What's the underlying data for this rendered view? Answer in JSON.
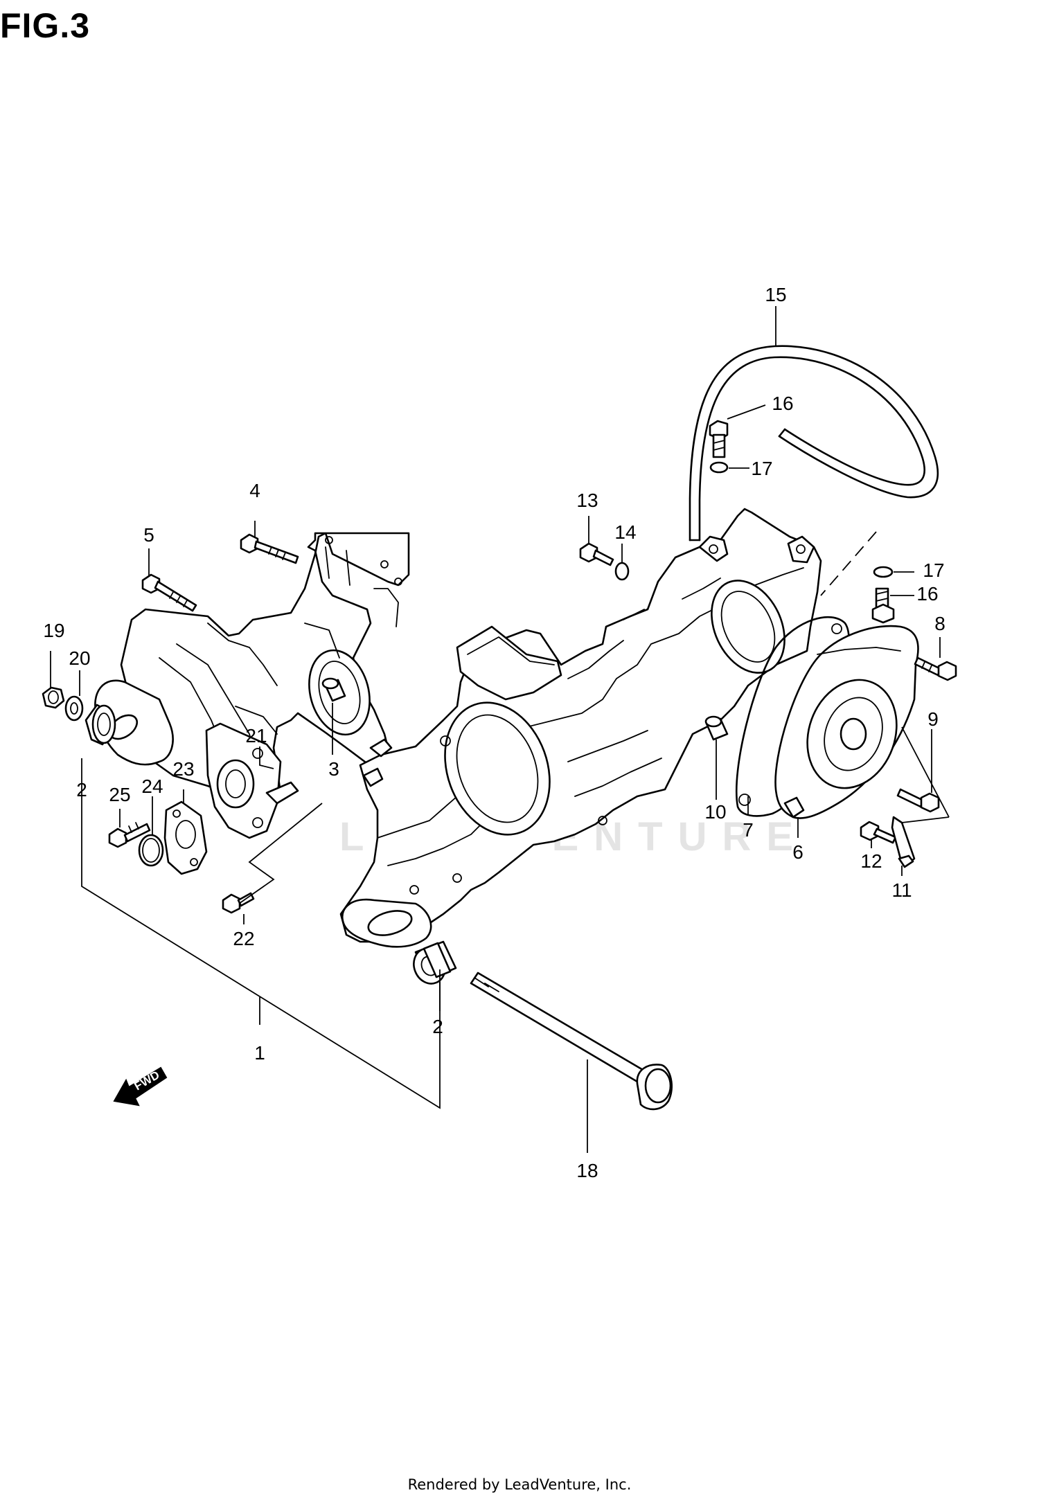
{
  "figure": {
    "title": "FIG.3"
  },
  "watermark": "LEADVENTURE",
  "footer": "Rendered by LeadVenture, Inc.",
  "fwd_label": "FWD",
  "callouts": [
    {
      "id": "c1",
      "label": "1"
    },
    {
      "id": "c2a",
      "label": "2"
    },
    {
      "id": "c2b",
      "label": "2"
    },
    {
      "id": "c3",
      "label": "3"
    },
    {
      "id": "c4",
      "label": "4"
    },
    {
      "id": "c5",
      "label": "5"
    },
    {
      "id": "c6",
      "label": "6"
    },
    {
      "id": "c7",
      "label": "7"
    },
    {
      "id": "c8",
      "label": "8"
    },
    {
      "id": "c9",
      "label": "9"
    },
    {
      "id": "c10",
      "label": "10"
    },
    {
      "id": "c11",
      "label": "11"
    },
    {
      "id": "c12",
      "label": "12"
    },
    {
      "id": "c13",
      "label": "13"
    },
    {
      "id": "c14",
      "label": "14"
    },
    {
      "id": "c15",
      "label": "15"
    },
    {
      "id": "c16a",
      "label": "16"
    },
    {
      "id": "c16b",
      "label": "16"
    },
    {
      "id": "c17a",
      "label": "17"
    },
    {
      "id": "c17b",
      "label": "17"
    },
    {
      "id": "c18",
      "label": "18"
    },
    {
      "id": "c19",
      "label": "19"
    },
    {
      "id": "c20",
      "label": "20"
    },
    {
      "id": "c21",
      "label": "21"
    },
    {
      "id": "c22",
      "label": "22"
    },
    {
      "id": "c23",
      "label": "23"
    },
    {
      "id": "c24",
      "label": "24"
    },
    {
      "id": "c25",
      "label": "25"
    }
  ]
}
